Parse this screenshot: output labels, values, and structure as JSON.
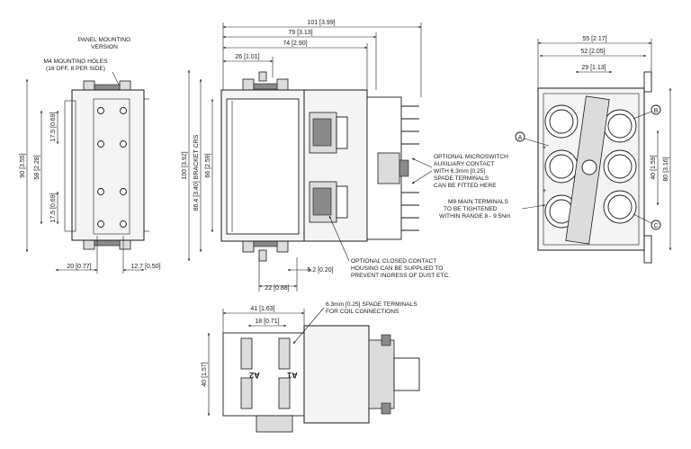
{
  "front_view": {
    "note_title_line1": "PANEL MOUNTING",
    "note_title_line2": "VERSION",
    "note_holes_line1": "M4 MOUNTING HOLES",
    "note_holes_line2": "(16 OFF, 8 PER SIDE)",
    "dim_height_total": "90 [3.55]",
    "dim_hole_span": "58 [2.28]",
    "dim_hole_pitch_top": "17.5 [0.69]",
    "dim_hole_pitch_bottom": "17.5 [0.69]",
    "dim_bottom_left": "20 [0.77]",
    "dim_bottom_right": "12.7 [0.50]"
  },
  "side_view": {
    "dim_length_total": "101 [3.99]",
    "dim_length_2": "79 [3.13]",
    "dim_length_3": "74 [2.90]",
    "dim_length_4": "26 [1.01]",
    "dim_height_total": "100 [3.92]",
    "dim_bracket": "86.4 [3.40] BRACKET CRS",
    "dim_body": "66 [2.59]",
    "dim_gap": "5.2 [0.20]",
    "dim_bottom": "22 [0.88]",
    "note_microswitch": [
      "OPTIONAL MICROSWITCH",
      "AUXILIARY CONTACT",
      "WITH 6.3mm [0.25]",
      "SPADE TERMINALS",
      "CAN BE FITTED HERE"
    ],
    "note_housing": [
      "OPTIONAL CLOSED CONTACT",
      "HOUSING CAN BE SUPPLIED TO",
      "PREVENT INGRESS OF DUST ETC."
    ]
  },
  "end_view": {
    "dim_width_total": "55 [2.17]",
    "dim_width_2": "52 [2.05]",
    "dim_width_3": "29 [1.13]",
    "dim_height_a": "40 [1.59]",
    "dim_height_b": "80 [3.16]",
    "label_a": "A",
    "label_b": "B",
    "label_c": "C",
    "note_terminals": [
      "M8 MAIN TERMINALS",
      "TO BE TIGHTENED",
      "WITHIN RANGE 8 - 9.5Nm"
    ]
  },
  "top_view": {
    "dim_width": "41 [1.63]",
    "dim_spacing": "18 [0.71]",
    "dim_height": "40 [1.57]",
    "coil_label_1": "A1",
    "coil_label_2": "A2",
    "note_spade": [
      "6.3mm [0.25] SPADE TERMINALS",
      "FOR COIL CONNECTIONS"
    ]
  }
}
